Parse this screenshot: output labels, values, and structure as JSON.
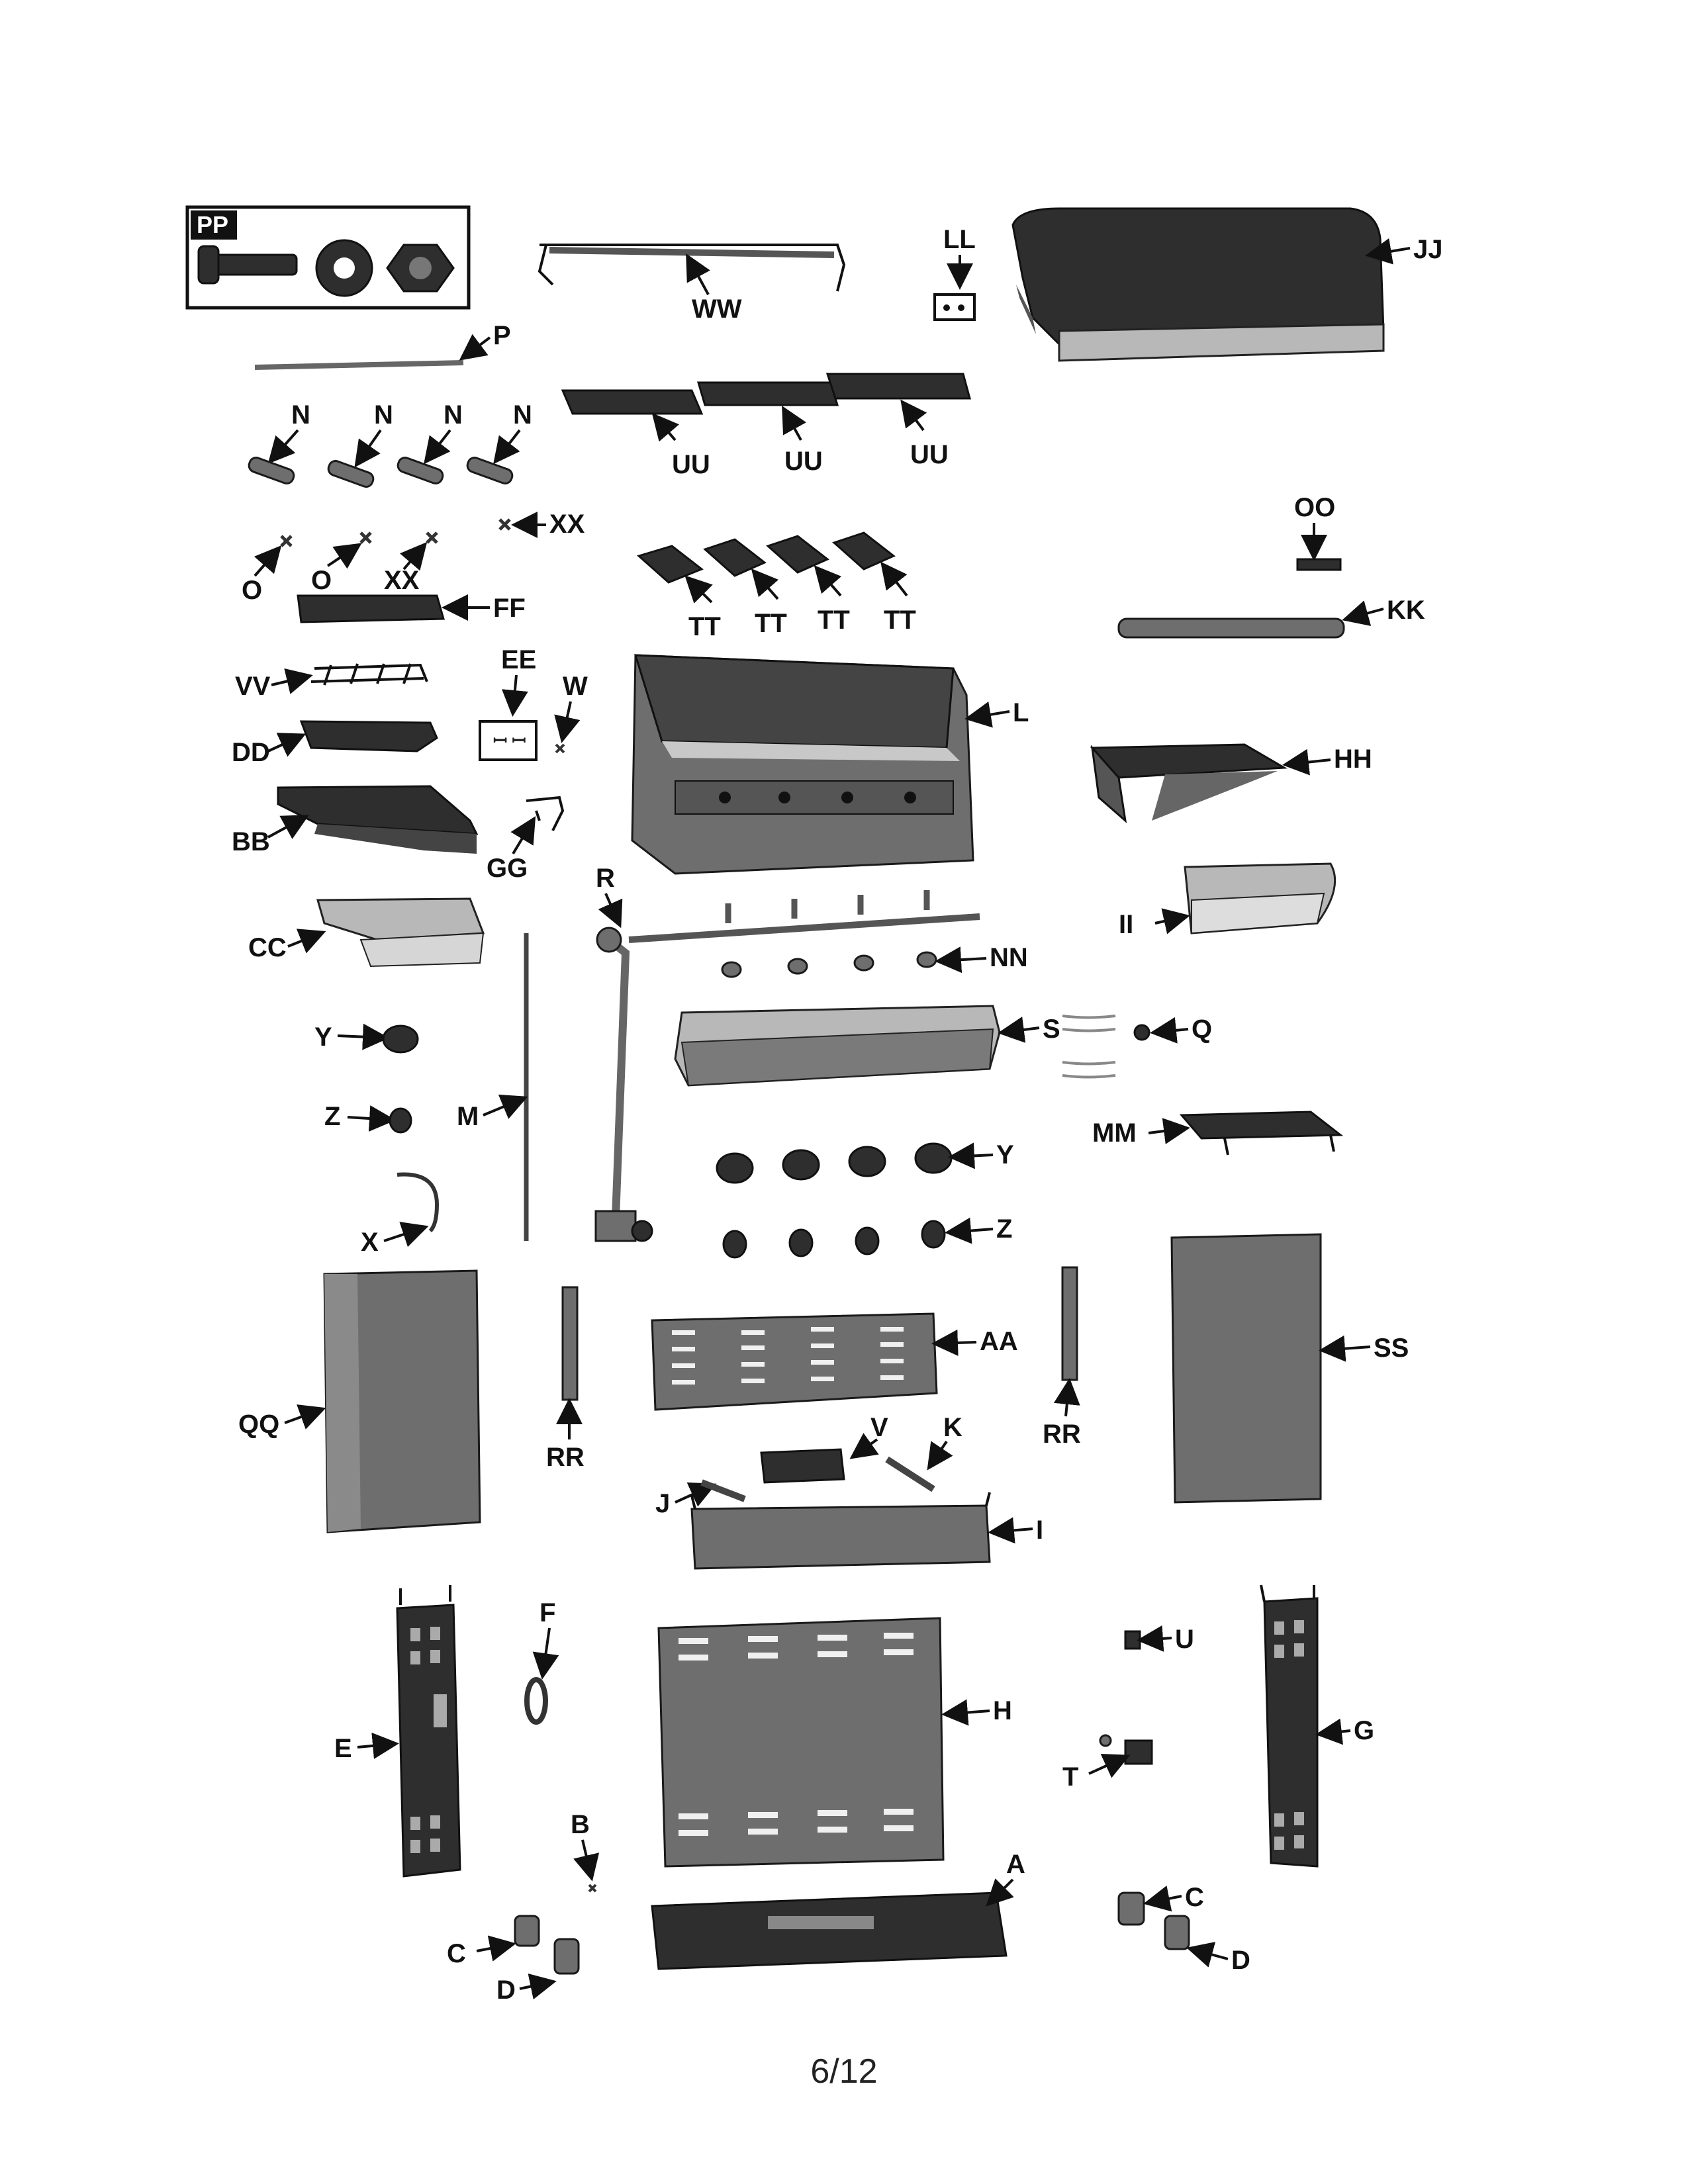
{
  "diagram": {
    "page_number": "6/12",
    "callouts": {
      "PP": "PP",
      "WW": "WW",
      "LL": "LL",
      "JJ": "JJ",
      "P": "P",
      "N": "N",
      "UU": "UU",
      "OO": "OO",
      "XX": "XX",
      "O": "O",
      "FF": "FF",
      "TT": "TT",
      "KK": "KK",
      "VV": "VV",
      "EE": "EE",
      "W": "W",
      "L": "L",
      "DD": "DD",
      "HH": "HH",
      "BB": "BB",
      "GG": "GG",
      "R": "R",
      "II": "II",
      "CC": "CC",
      "NN": "NN",
      "Y": "Y",
      "S": "S",
      "Q": "Q",
      "Z": "Z",
      "M": "M",
      "MM": "MM",
      "X": "X",
      "AA": "AA",
      "SS": "SS",
      "QQ": "QQ",
      "RR": "RR",
      "V": "V",
      "K": "K",
      "J": "J",
      "I": "I",
      "F": "F",
      "U": "U",
      "H": "H",
      "E": "E",
      "G": "G",
      "T": "T",
      "B": "B",
      "A": "A",
      "C": "C",
      "D": "D"
    }
  }
}
